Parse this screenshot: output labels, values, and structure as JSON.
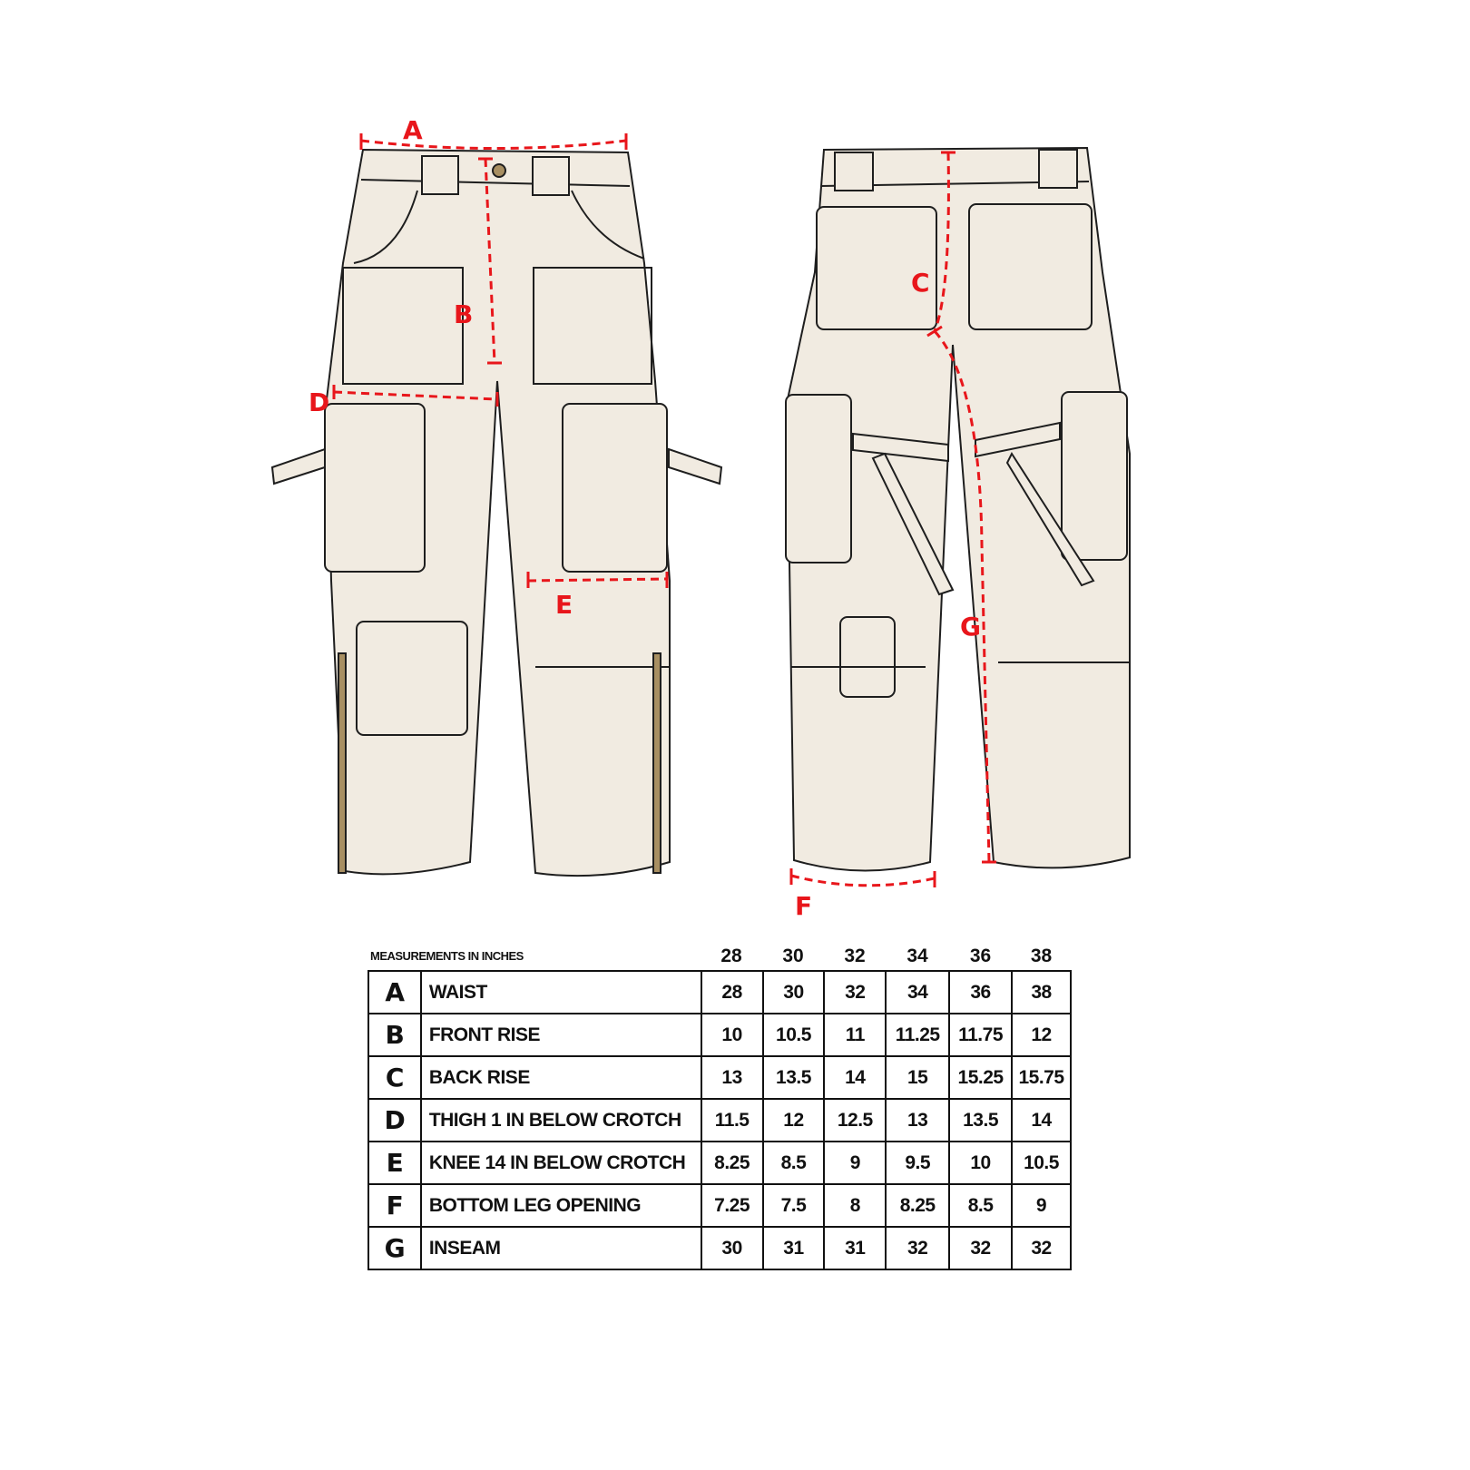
{
  "diagram": {
    "front_labels": [
      "A",
      "B",
      "D",
      "E"
    ],
    "back_labels": [
      "C",
      "G",
      "F"
    ],
    "colors": {
      "fabric": "#f1ebe1",
      "outline": "#1e1e1e",
      "dimension": "#e8161b",
      "hardware": "#a88f62"
    }
  },
  "table": {
    "caption": "MEASUREMENTS IN INCHES",
    "sizes": [
      "28",
      "30",
      "32",
      "34",
      "36",
      "38"
    ],
    "rows": [
      {
        "letter": "A",
        "label": "WAIST",
        "values": [
          "28",
          "30",
          "32",
          "34",
          "36",
          "38"
        ]
      },
      {
        "letter": "B",
        "label": "FRONT RISE",
        "values": [
          "10",
          "10.5",
          "11",
          "11.25",
          "11.75",
          "12"
        ]
      },
      {
        "letter": "C",
        "label": "BACK RISE",
        "values": [
          "13",
          "13.5",
          "14",
          "15",
          "15.25",
          "15.75"
        ]
      },
      {
        "letter": "D",
        "label": "THIGH 1 IN BELOW CROTCH",
        "values": [
          "11.5",
          "12",
          "12.5",
          "13",
          "13.5",
          "14"
        ]
      },
      {
        "letter": "E",
        "label": "KNEE 14 IN BELOW CROTCH",
        "values": [
          "8.25",
          "8.5",
          "9",
          "9.5",
          "10",
          "10.5"
        ]
      },
      {
        "letter": "F",
        "label": "BOTTOM LEG OPENING",
        "values": [
          "7.25",
          "7.5",
          "8",
          "8.25",
          "8.5",
          "9"
        ]
      },
      {
        "letter": "G",
        "label": "INSEAM",
        "values": [
          "30",
          "31",
          "31",
          "32",
          "32",
          "32"
        ]
      }
    ]
  }
}
